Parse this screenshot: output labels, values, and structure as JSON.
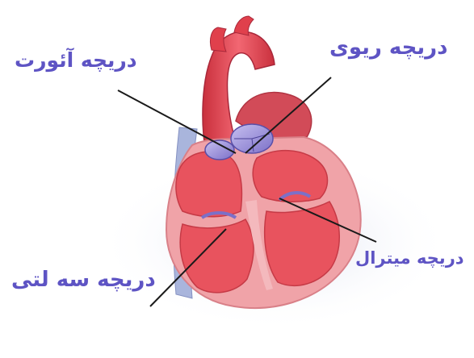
{
  "labels": {
    "aortic_valve": "دریچه آئورت",
    "pulmonary_valve": "دریچه ریوی",
    "mitral_valve": "دریچه میترال",
    "tricuspid_valve": "دریچه سه لتی"
  },
  "colors": {
    "label_text": "#5e54c4",
    "heart_outer": "#f0a3a8",
    "heart_muscle": "#e8535e",
    "aorta": "#e0404c",
    "valve": "#9a8fd8",
    "vena_cava": "#a9b5dc",
    "leader_line": "#1a1a1a"
  }
}
